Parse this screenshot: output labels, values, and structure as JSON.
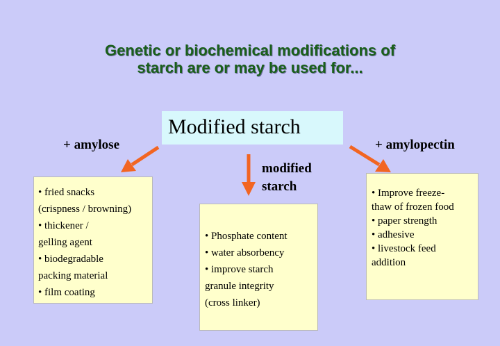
{
  "title": {
    "line1": "Genetic or biochemical modifications of",
    "line2": "starch are or may be used for..."
  },
  "center_box": "Modified starch",
  "labels": {
    "left": "+ amylose",
    "right": "+ amylopectin",
    "mid_line1": "modified",
    "mid_line2": "starch"
  },
  "boxes": {
    "left": [
      "• fried snacks",
      "(crispness / browning)",
      "• thickener /",
      "gelling agent",
      "• biodegradable",
      "packing material",
      "• film coating"
    ],
    "middle": [
      "• Phosphate content",
      "• water absorbency",
      "• improve starch",
      "granule integrity",
      "(cross linker)"
    ],
    "right": [
      "• Improve freeze-",
      "thaw of frozen food",
      "• paper strength",
      "• adhesive",
      "• livestock feed",
      "addition"
    ]
  },
  "colors": {
    "background": "#cbcbf9",
    "title": "#1a5f1a",
    "center_box": "#d8f8fc",
    "boxes": "#ffffcc",
    "arrow": "#f26522"
  }
}
